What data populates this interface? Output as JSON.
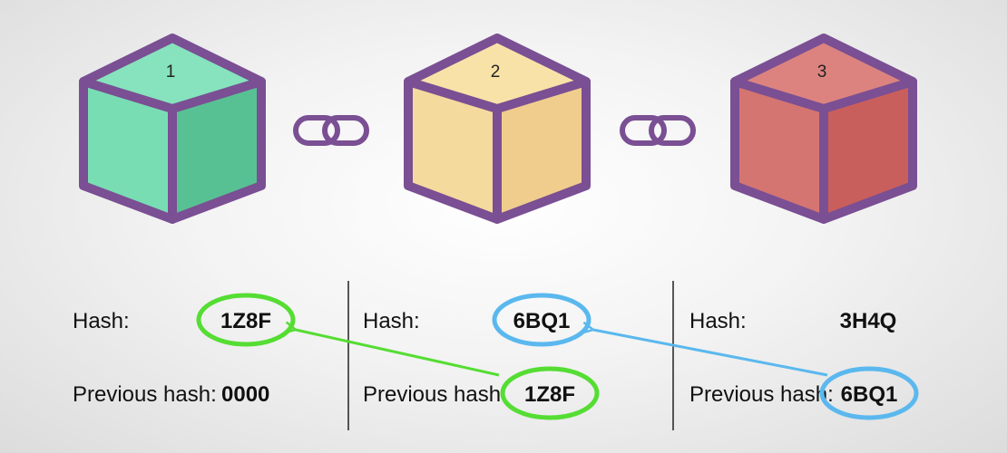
{
  "colors": {
    "outline": "#7a4f93",
    "green_top": "#86e3bd",
    "green_left": "#79ddb4",
    "green_right": "#58c193",
    "yellow_top": "#f9e2a8",
    "yellow_left": "#f5da9e",
    "yellow_right": "#f0cd8d",
    "red_top": "#dc8380",
    "red_left": "#d47572",
    "red_right": "#c95f5c",
    "circle_green": "#55dd33",
    "circle_blue": "#5ab8ee"
  },
  "blocks": [
    {
      "number": "1",
      "hash_label": "Hash:",
      "hash": "1Z8F",
      "prev_label": "Previous hash:",
      "prev_hash": "0000"
    },
    {
      "number": "2",
      "hash_label": "Hash:",
      "hash": "6BQ1",
      "prev_label": "Previous hash:",
      "prev_hash": "1Z8F"
    },
    {
      "number": "3",
      "hash_label": "Hash:",
      "hash": "3H4Q",
      "prev_label": "Previous hash:",
      "prev_hash": "6BQ1"
    }
  ]
}
